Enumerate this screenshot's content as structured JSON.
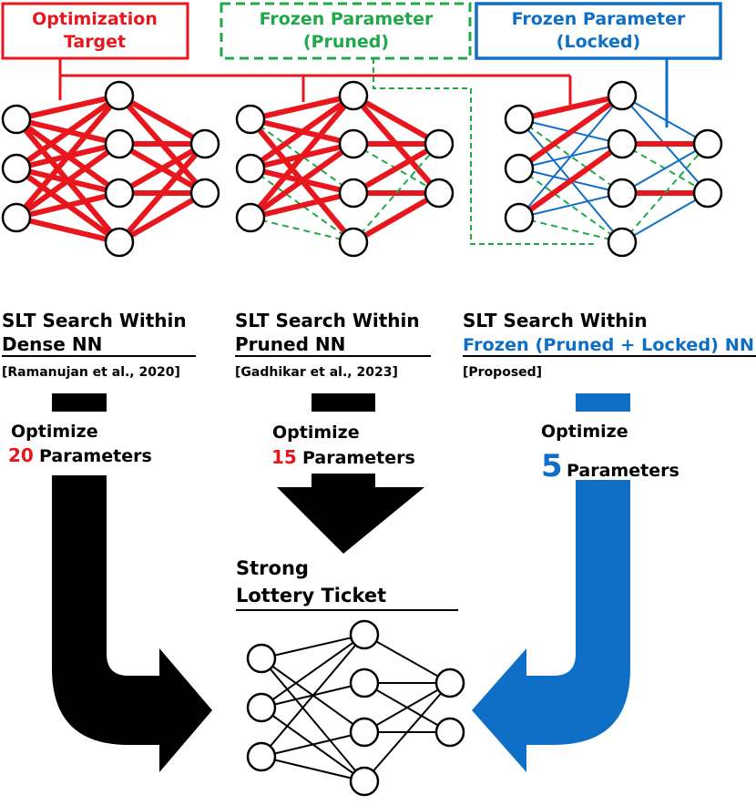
{
  "colors": {
    "red": "#e8161d",
    "green": "#1fa84a",
    "blue": "#0f6fc6",
    "black": "#000000"
  },
  "legend": {
    "optimization_target": [
      "Optimization",
      "Target"
    ],
    "frozen_pruned": [
      "Frozen Parameter",
      "(Pruned)"
    ],
    "frozen_locked": [
      "Frozen Parameter",
      "(Locked)"
    ]
  },
  "methods": [
    {
      "title": [
        "SLT Search Within",
        "Dense NN"
      ],
      "citation": "[Ramanujan et al., 2020]",
      "optimize_label": "Optimize",
      "param_count": "20",
      "param_label": "Parameters"
    },
    {
      "title": [
        "SLT Search Within",
        "Pruned NN"
      ],
      "citation": "[Gadhikar et al., 2023]",
      "optimize_label": "Optimize",
      "param_count": "15",
      "param_label": "Parameters"
    },
    {
      "title": [
        "SLT Search Within",
        "Frozen (Pruned + Locked) NN"
      ],
      "citation": "[Proposed]",
      "optimize_label": "Optimize",
      "param_count": "5",
      "param_label": "Parameters"
    }
  ],
  "result": {
    "title": [
      "Strong",
      "Lottery Ticket"
    ]
  }
}
